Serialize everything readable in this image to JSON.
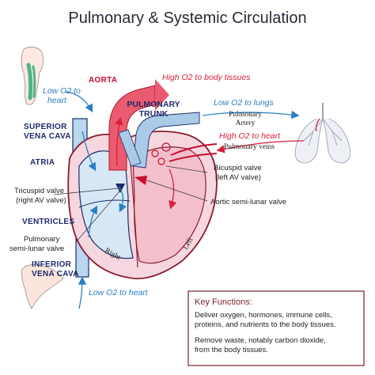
{
  "title": "Pulmonary & Systemic Circulation",
  "labels": {
    "aorta": "Aorta",
    "pulmonary_trunk_line1": "Pulmonary",
    "pulmonary_trunk_line2": "Trunk",
    "superior_vena_cava_line1": "Superior",
    "superior_vena_cava_line2": "vena cava",
    "atria": "Atria",
    "ventricles": "Ventricles",
    "inferior_vena_cava_line1": "Inferior",
    "inferior_vena_cava_line2": "vena cava",
    "tricuspid_line1": "Tricuspid valve",
    "tricuspid_line2": "(right AV valve)",
    "pulmonary_valve_line1": "Pulmonary",
    "pulmonary_valve_line2": "semi-lunar valve",
    "bicuspid_line1": "Bicuspid valve",
    "bicuspid_line2": "(left AV valve)",
    "aortic_valve": "Aortic semi-lunar valve",
    "pulmonary_artery_line1": "Pulmonary",
    "pulmonary_artery_line2": "Artery",
    "pulmonary_veins": "Pulmonary veins",
    "right": "Right",
    "left": "Left"
  },
  "flows": {
    "high_o2_body": "High O2 to body tissues",
    "low_o2_heart_top_line1": "Low O2 to",
    "low_o2_heart_top_line2": "heart",
    "low_o2_lungs": "Low O2 to lungs",
    "high_o2_heart": "High O2 to heart",
    "low_o2_heart_bottom": "Low O2 to heart"
  },
  "key_functions": {
    "title": "Key Functions:",
    "lines_1": [
      "Deliver oxygen, hormones, immune cells,",
      "proteins, and nutrients to the body tissues."
    ],
    "lines_2": [
      "Remove  waste, notably carbon dioxide,",
      "from the body tissues."
    ]
  },
  "colors": {
    "oxygenated": "#e8455a",
    "deoxygenated": "#5aa3d8",
    "navy_label": "#1f2a6b",
    "box_border": "#7a1f2b"
  }
}
